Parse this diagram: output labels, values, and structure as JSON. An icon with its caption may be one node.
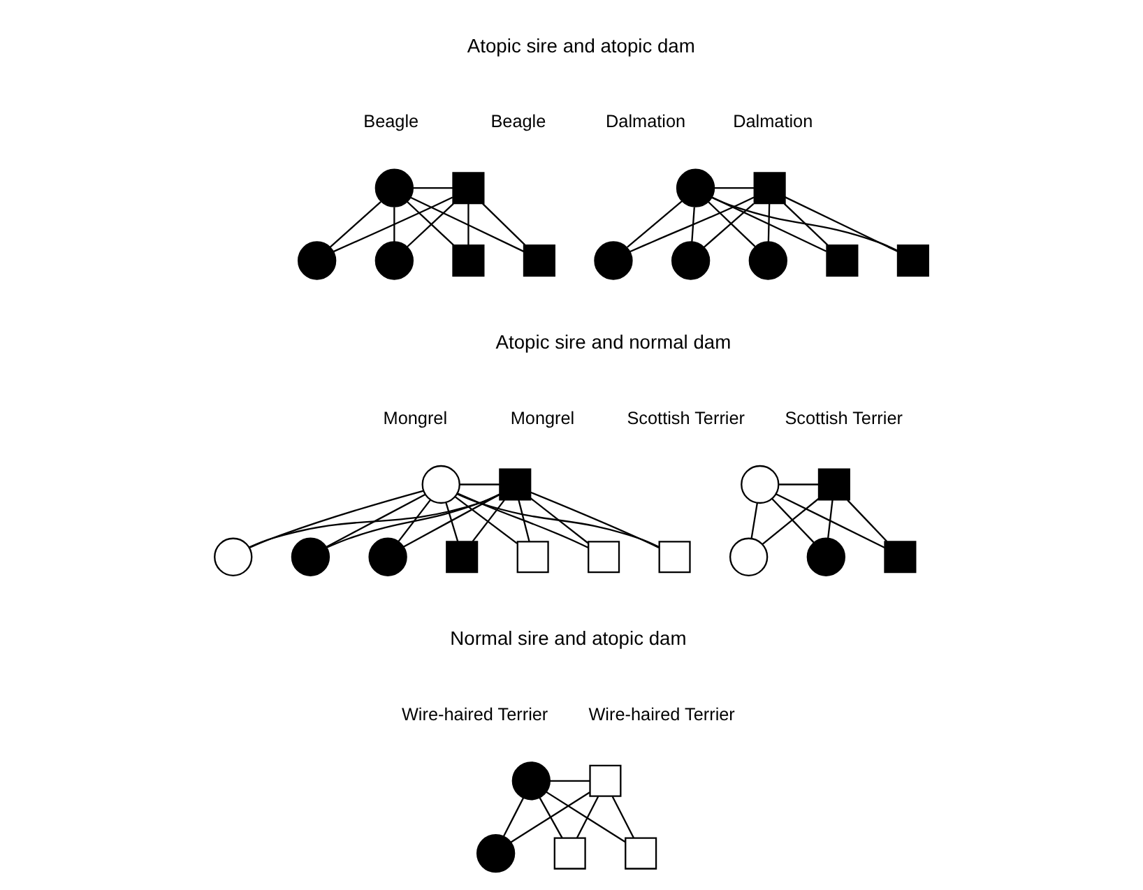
{
  "diagram": {
    "nodes": [
      {
        "text": [],
        "shape": "circle",
        "beside": [
          "Beagle"
        ]
      },
      {
        "text": [],
        "shape": "box",
        "beside": [
          "Beagle"
        ]
      },
      {
        "text": [],
        "shape": "circle"
      },
      {
        "text": [],
        "shape": "circle"
      },
      {
        "text": [],
        "shape": "box"
      },
      {
        "text": [],
        "shape": "box"
      },
      {
        "text": [],
        "shape": "circle",
        "beside": [
          "Dalmation"
        ]
      },
      {
        "text": [],
        "shape": "box",
        "beside": [
          "Dalmation"
        ]
      },
      {
        "text": [],
        "shape": "circle"
      },
      {
        "text": [],
        "shape": "circle"
      },
      {
        "text": [],
        "shape": "circle"
      },
      {
        "text": [],
        "shape": "box"
      },
      {
        "text": [],
        "shape": "box"
      },
      {
        "text": [],
        "shape": "circle",
        "beside": [
          "Mongrel"
        ]
      },
      {
        "text": [],
        "shape": "box",
        "beside": [
          "Mongrel"
        ]
      },
      {
        "text": [],
        "shape": "circle"
      },
      {
        "text": [],
        "shape": "circle"
      },
      {
        "text": [],
        "shape": "circle"
      },
      {
        "text": [],
        "shape": "box"
      },
      {
        "text": [],
        "shape": "box"
      },
      {
        "text": [],
        "shape": "box"
      },
      {
        "text": [],
        "shape": "box"
      },
      {
        "text": [],
        "shape": "circle",
        "beside": [
          "Scottish Terrier"
        ]
      },
      {
        "text": [],
        "shape": "box",
        "beside": [
          "Scottish Terrier"
        ]
      },
      {
        "text": [],
        "shape": "circle"
      },
      {
        "text": [],
        "shape": "circle"
      },
      {
        "text": [],
        "shape": "box"
      },
      {
        "text": [],
        "shape": "circle",
        "beside": [
          "Wire-haired Terrier"
        ]
      },
      {
        "text": [],
        "shape": "box",
        "beside": [
          "Wire-haired Terrier"
        ]
      },
      {
        "text": [],
        "shape": "circle"
      },
      {
        "text": [],
        "shape": "box"
      },
      {
        "text": [],
        "shape": "box"
      }
    ],
    "edges": [
      {
        "from": 0,
        "to": 1,
        "arrow": "none"
      },
      {
        "from": 0,
        "to": 2,
        "arrow": "none"
      },
      {
        "from": 0,
        "to": 3,
        "arrow": "none"
      },
      {
        "from": 0,
        "to": 4,
        "arrow": "none"
      },
      {
        "from": 0,
        "to": 5,
        "arrow": "none"
      },
      {
        "from": 1,
        "to": 2,
        "arrow": "none"
      },
      {
        "from": 1,
        "to": 3,
        "arrow": "none"
      },
      {
        "from": 1,
        "to": 4,
        "arrow": "none"
      },
      {
        "from": 1,
        "to": 5,
        "arrow": "none"
      },
      {
        "from": 6,
        "to": 7,
        "arrow": "none"
      },
      {
        "from": 6,
        "to": 8,
        "arrow": "none"
      },
      {
        "from": 6,
        "to": 9,
        "arrow": "none"
      },
      {
        "from": 6,
        "to": 10,
        "arrow": "none"
      },
      {
        "from": 6,
        "to": 11,
        "arrow": "none"
      },
      {
        "from": 6,
        "to": 12,
        "arrow": "none"
      },
      {
        "from": 7,
        "to": 8,
        "arrow": "none"
      },
      {
        "from": 7,
        "to": 9,
        "arrow": "none"
      },
      {
        "from": 7,
        "to": 10,
        "arrow": "none"
      },
      {
        "from": 7,
        "to": 11,
        "arrow": "none"
      },
      {
        "from": 7,
        "to": 12,
        "arrow": "none"
      },
      {
        "from": 13,
        "to": 14,
        "arrow": "none"
      },
      {
        "from": 13,
        "to": 15,
        "arrow": "none"
      },
      {
        "from": 13,
        "to": 16,
        "arrow": "none"
      },
      {
        "from": 13,
        "to": 17,
        "arrow": "none"
      },
      {
        "from": 13,
        "to": 18,
        "arrow": "none"
      },
      {
        "from": 13,
        "to": 19,
        "arrow": "none"
      },
      {
        "from": 13,
        "to": 20,
        "arrow": "none"
      },
      {
        "from": 13,
        "to": 21,
        "arrow": "none"
      },
      {
        "from": 14,
        "to": 15,
        "arrow": "none"
      },
      {
        "from": 14,
        "to": 16,
        "arrow": "none"
      },
      {
        "from": 14,
        "to": 17,
        "arrow": "none"
      },
      {
        "from": 14,
        "to": 18,
        "arrow": "none"
      },
      {
        "from": 14,
        "to": 19,
        "arrow": "none"
      },
      {
        "from": 14,
        "to": 20,
        "arrow": "none"
      },
      {
        "from": 14,
        "to": 21,
        "arrow": "none"
      },
      {
        "from": 22,
        "to": 23,
        "arrow": "none"
      },
      {
        "from": 22,
        "to": 24,
        "arrow": "none"
      },
      {
        "from": 22,
        "to": 25,
        "arrow": "none"
      },
      {
        "from": 22,
        "to": 26,
        "arrow": "none"
      },
      {
        "from": 23,
        "to": 24,
        "arrow": "none"
      },
      {
        "from": 23,
        "to": 25,
        "arrow": "none"
      },
      {
        "from": 23,
        "to": 26,
        "arrow": "none"
      },
      {
        "from": 27,
        "to": 28,
        "arrow": "none"
      },
      {
        "from": 27,
        "to": 29,
        "arrow": "none"
      },
      {
        "from": 27,
        "to": 30,
        "arrow": "none"
      },
      {
        "from": 27,
        "to": 31,
        "arrow": "none"
      },
      {
        "from": 28,
        "to": 29,
        "arrow": "none"
      },
      {
        "from": 28,
        "to": 30,
        "arrow": "none"
      },
      {
        "from": 28,
        "to": 31,
        "arrow": "none"
      }
    ],
    "labels": [
      "Atopic sire and atopic dam",
      "Atopic sire and normal dam",
      "Normal sire and atopic dam"
    ]
  }
}
